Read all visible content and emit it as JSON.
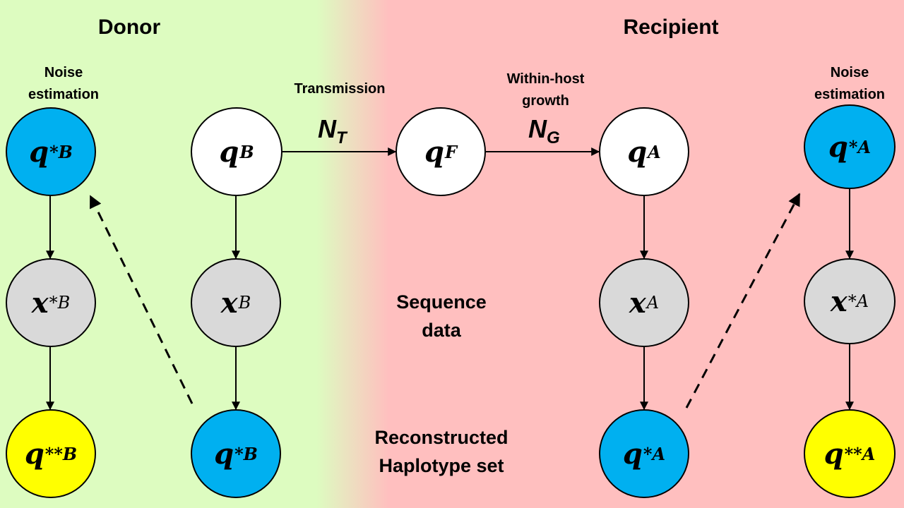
{
  "colors": {
    "donor_bg": "#DDFCC0",
    "recipient_bg": "#FFBFBF",
    "blue": "#00B0F0",
    "yellow": "#FFFF00",
    "grey": "#D9D9D9",
    "white": "#FFFFFF"
  },
  "headers": {
    "donor": "Donor",
    "recipient": "Recipient"
  },
  "labels": {
    "noise_left": "Noise estimation",
    "noise_right": "Noise estimation",
    "transmission": "Transmission",
    "within_host": "Within-host growth",
    "sequence_data": "Sequence data",
    "reconstructed": "Reconstructed Haplotype set"
  },
  "params": {
    "nt_base": "N",
    "nt_sub": "T",
    "ng_base": "N",
    "ng_sub": "G"
  },
  "nodes": {
    "q_star_B_top": {
      "base": "q",
      "sup": "*B"
    },
    "x_star_B": {
      "base": "x",
      "sup": "*B"
    },
    "q_dstar_B": {
      "base": "q",
      "sup": "**B"
    },
    "q_B": {
      "base": "q",
      "sup": "B"
    },
    "x_B": {
      "base": "x",
      "sup": "B"
    },
    "q_star_B_bottom": {
      "base": "q",
      "sup": "*B"
    },
    "q_F": {
      "base": "q",
      "sup": "F"
    },
    "q_A": {
      "base": "q",
      "sup": "A"
    },
    "x_A": {
      "base": "x",
      "sup": "A"
    },
    "q_star_A_bottom": {
      "base": "q",
      "sup": "*A"
    },
    "q_star_A_top": {
      "base": "q",
      "sup": "*A"
    },
    "x_star_A": {
      "base": "x",
      "sup": "*A"
    },
    "q_dstar_A": {
      "base": "q",
      "sup": "**A"
    }
  }
}
